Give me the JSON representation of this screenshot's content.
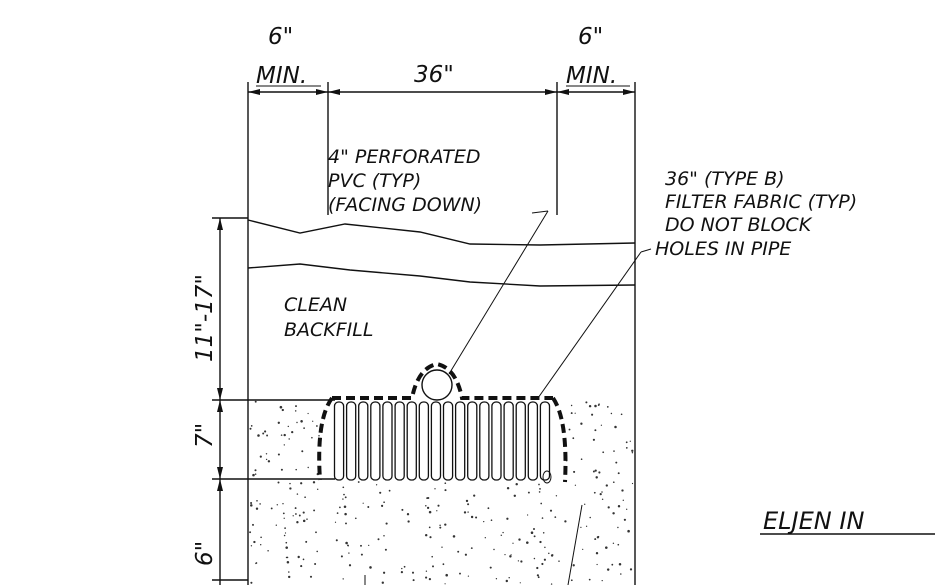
{
  "dimensions": {
    "left_min_value": "6\"",
    "left_min_label": "MIN.",
    "center_width": "36\"",
    "right_min_value": "6\"",
    "right_min_label": "MIN.",
    "backfill_depth": "11\"-17\"",
    "unit_height": "7\"",
    "bottom_depth": "6\""
  },
  "labels": {
    "pipe_line1": "4\" PERFORATED",
    "pipe_line2": "PVC (TYP)",
    "pipe_line3": "(FACING DOWN)",
    "fabric_line1": "36\" (TYPE B)",
    "fabric_line2": "FILTER FABRIC (TYP)",
    "fabric_line3": "DO NOT BLOCK",
    "fabric_line4": "HOLES IN PIPE",
    "backfill_line1": "CLEAN",
    "backfill_line2": "BACKFILL",
    "title": "ELJEN IN"
  }
}
